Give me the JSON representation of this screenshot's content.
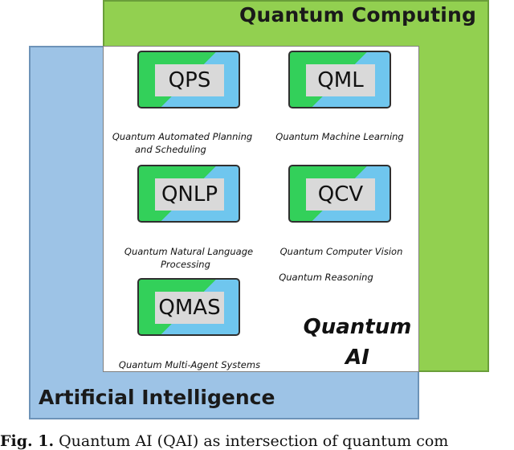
{
  "regions": {
    "quantum_computing": "Quantum Computing",
    "artificial_intelligence": "Artificial Intelligence",
    "quantum_ai_line1": "Quantum",
    "quantum_ai_line2": "AI"
  },
  "modules": [
    {
      "abbr": "QPS",
      "caption_line1": "Quantum Automated Planning",
      "caption_line2": "and Scheduling"
    },
    {
      "abbr": "QML",
      "caption_line1": "Quantum Machine Learning",
      "caption_line2": ""
    },
    {
      "abbr": "QNLP",
      "caption_line1": "Quantum Natural Language",
      "caption_line2": "Processing"
    },
    {
      "abbr": "QCV",
      "caption_line1": "Quantum Computer Vision",
      "caption_line2": ""
    },
    {
      "abbr": "QMAS",
      "caption_line1": "Quantum Multi-Agent Systems",
      "caption_line2": ""
    }
  ],
  "extra_topic": "Quantum Reasoning",
  "figure_caption": {
    "label": "Fig. 1.",
    "text": " Quantum AI (QAI) as intersection of quantum com"
  },
  "colors": {
    "quantum_computing_fill": "#92d050",
    "artificial_intelligence_fill": "#9dc3e6",
    "module_green": "#33d05a",
    "module_blue": "#6fc6ee",
    "label_gray": "#d9d9d9"
  }
}
